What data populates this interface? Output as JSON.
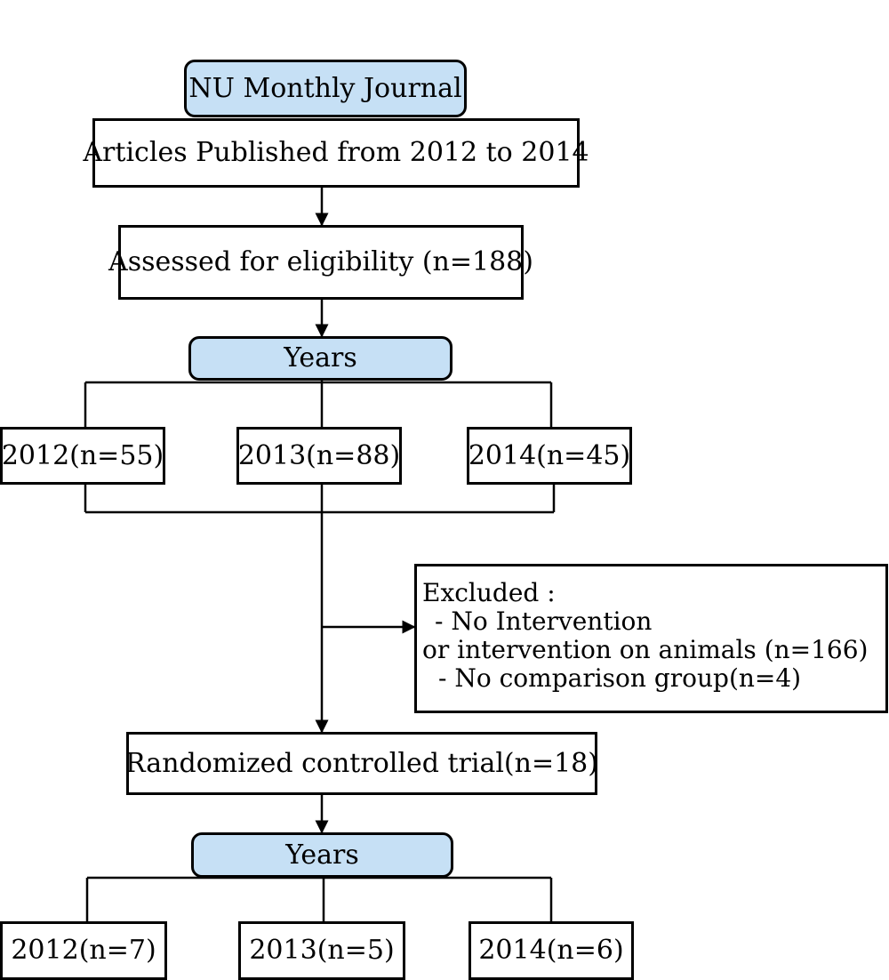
{
  "flowchart": {
    "journal": "NU Monthly Journal",
    "published": "Articles Published from 2012 to 2014",
    "assessed": "Assessed for eligibility (n=188)",
    "years_header_1": "Years",
    "year_2012_total": "2012(n=55)",
    "year_2013_total": "2013(n=88)",
    "year_2014_total": "2014(n=45)",
    "excluded": {
      "title": "Excluded :",
      "line1": "- No Intervention",
      "line2": "or intervention on animals (n=166)",
      "line3": "- No comparison group(n=4)"
    },
    "rct": "Randomized controlled trial(n=18)",
    "years_header_2": "Years",
    "rct_2012": "2012(n=7)",
    "rct_2013": "2013(n=5)",
    "rct_2014": "2014(n=6)"
  },
  "colors": {
    "header_fill": "#c6e0f5",
    "stroke": "#000000",
    "box_fill": "#ffffff"
  }
}
